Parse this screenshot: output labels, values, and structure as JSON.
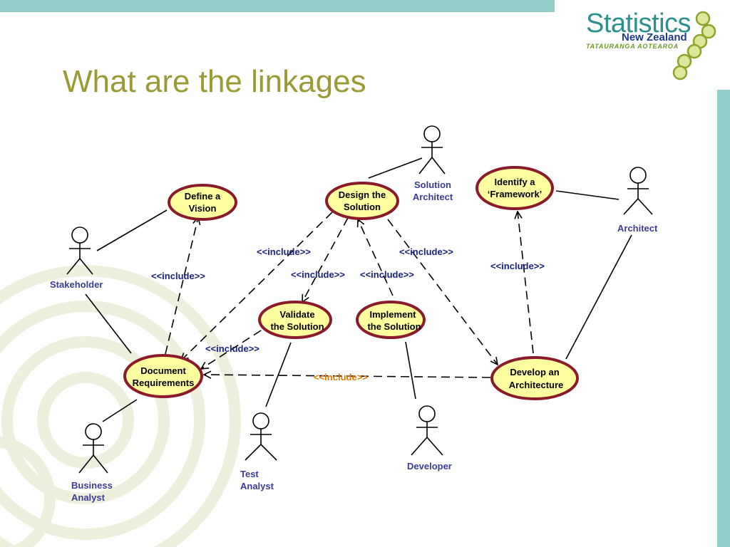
{
  "title": "What are the linkages",
  "logo": {
    "line1": "Statistics",
    "line2": "New Zealand",
    "line3": "TATAURANGA AOTEAROA"
  },
  "colors": {
    "background_teal": "#93ccc9",
    "title": "#9a9a36",
    "usecase_fill": "#ffffa0",
    "usecase_border": "#8b1a2b",
    "actor_label": "#3b3b9a",
    "include_label": "#1a237e",
    "include_highlight": "#e07a00"
  },
  "use_cases": {
    "define_vision": [
      "Define a",
      "Vision"
    ],
    "design_solution": [
      "Design the",
      "Solution"
    ],
    "identify_framework": [
      "Identify a",
      "‘Framework’"
    ],
    "validate_solution": [
      "Validate",
      "the Solution"
    ],
    "implement_solution": [
      "Implement",
      "the Solution"
    ],
    "document_requirements": [
      "Document",
      "Requirements"
    ],
    "develop_architecture": [
      "Develop an",
      "Architecture"
    ]
  },
  "actors": {
    "stakeholder": [
      "Stakeholder"
    ],
    "solution_architect": [
      "Solution",
      "Architect"
    ],
    "architect": [
      "Architect"
    ],
    "business_analyst": [
      "Business",
      "Analyst"
    ],
    "test_analyst": [
      "Test",
      "Analyst"
    ],
    "developer": [
      "Developer"
    ]
  },
  "include_label": "<<include>>"
}
